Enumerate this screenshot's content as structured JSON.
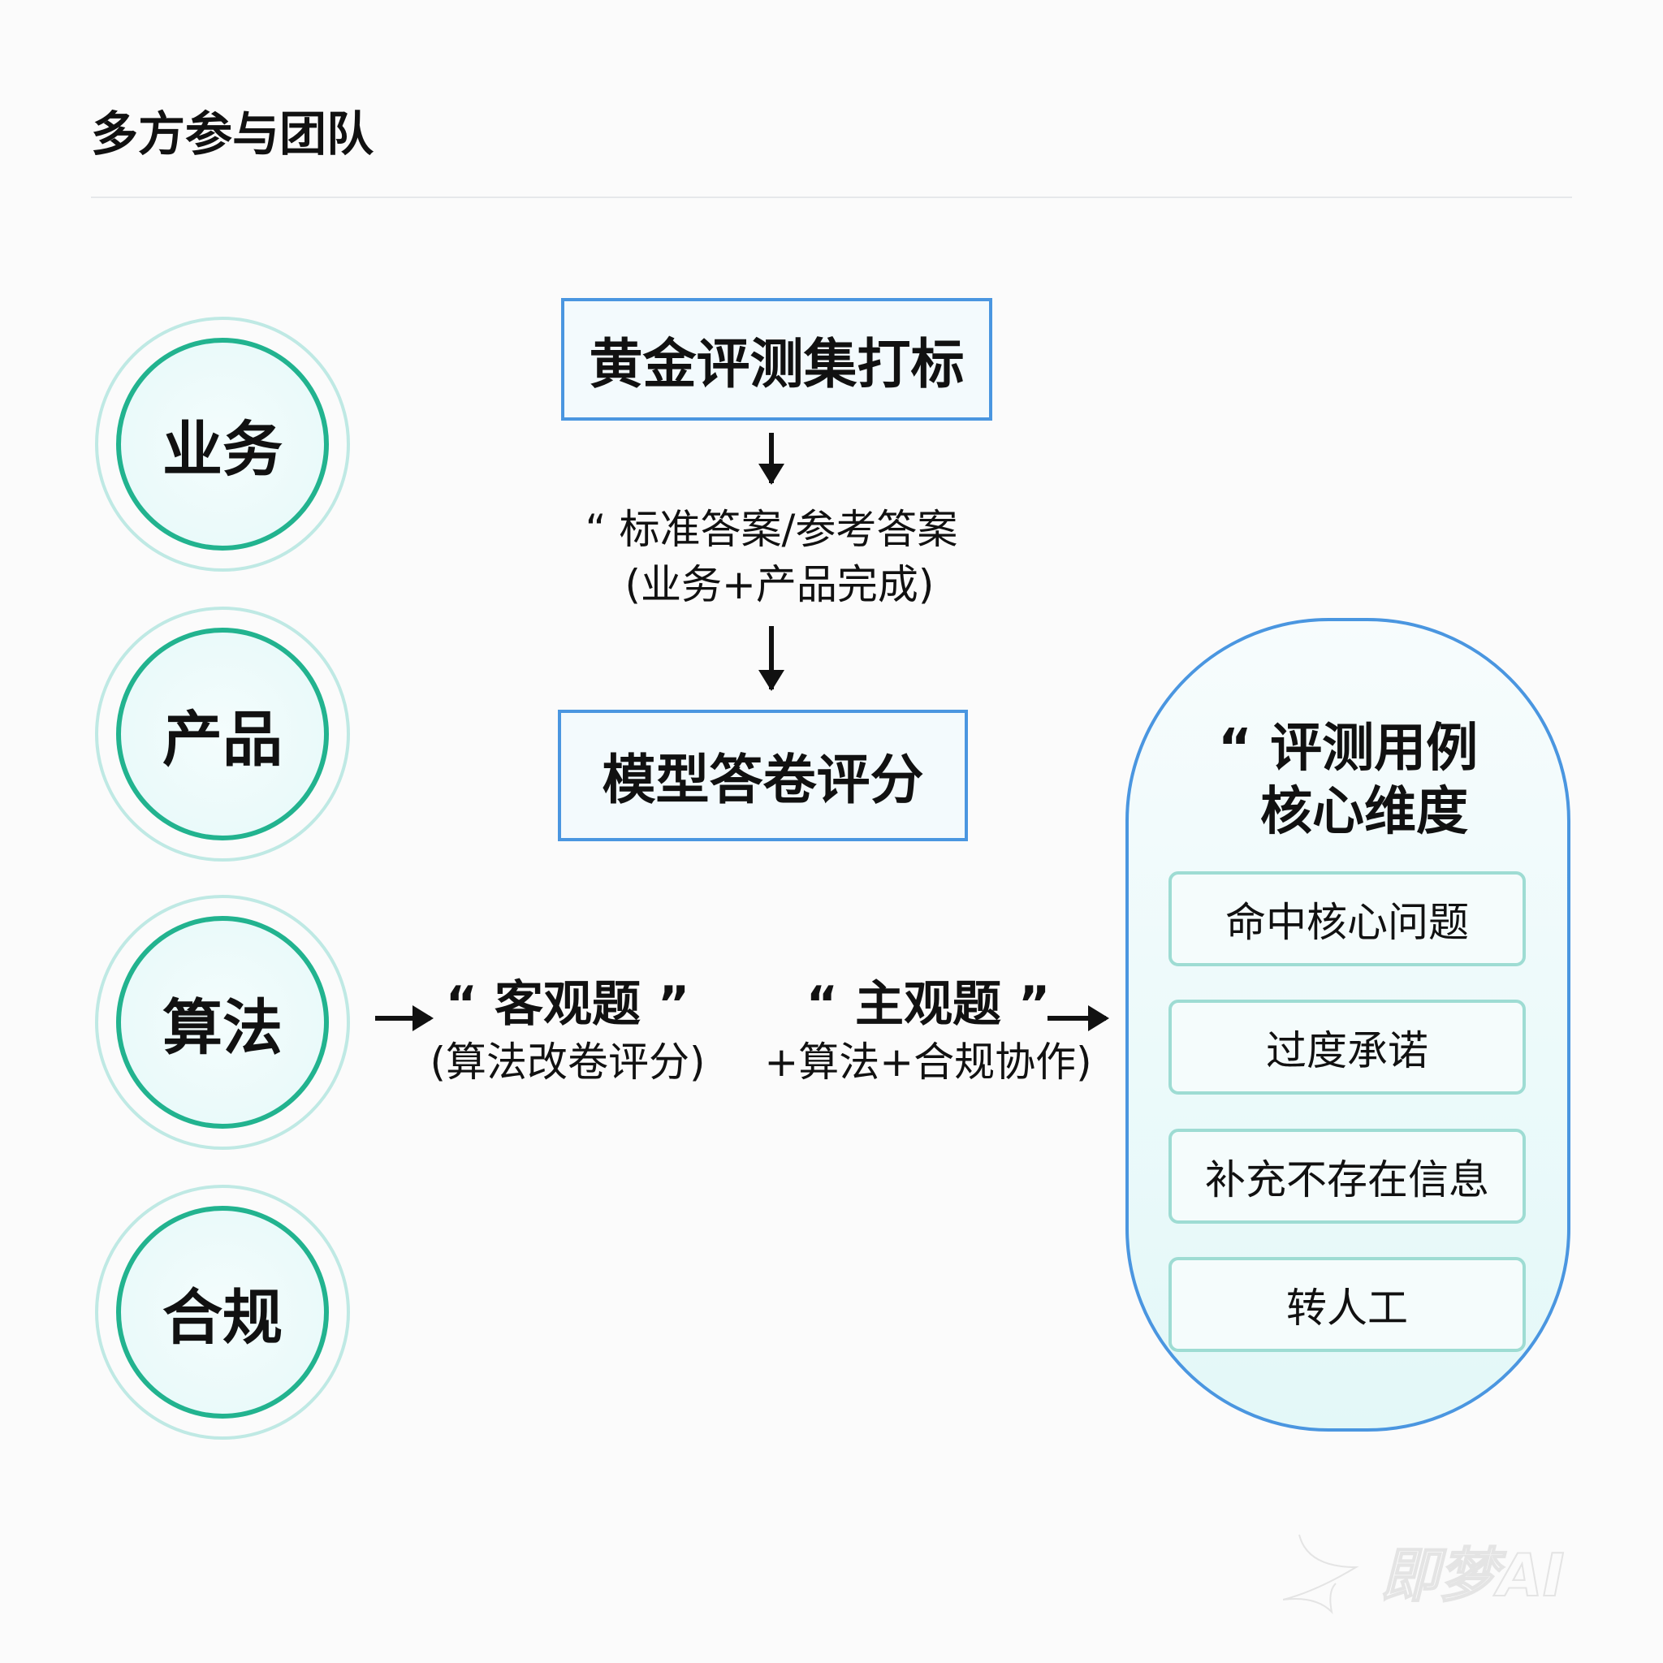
{
  "title": "多方参与团队",
  "teams": [
    "业务",
    "产品",
    "算法",
    "合规"
  ],
  "flow": {
    "box1": "黄金评测集打标",
    "answer_line1": "“ 标准答案/参考答案",
    "answer_line2": "(业务+产品完成)",
    "box2": "模型答卷评分",
    "objective_title": "“ 客观题 ”",
    "objective_note": "(算法改卷评分)",
    "subjective_title": "“ 主观题 ”",
    "subjective_note": "+算法+合规协作)"
  },
  "dimensions": {
    "title_line1": "“ 评测用例",
    "title_line2": "核心维度",
    "items": [
      "命中核心问题",
      "过度承诺",
      "补充不存在信息",
      "转人工"
    ]
  },
  "watermark": "即梦AI"
}
